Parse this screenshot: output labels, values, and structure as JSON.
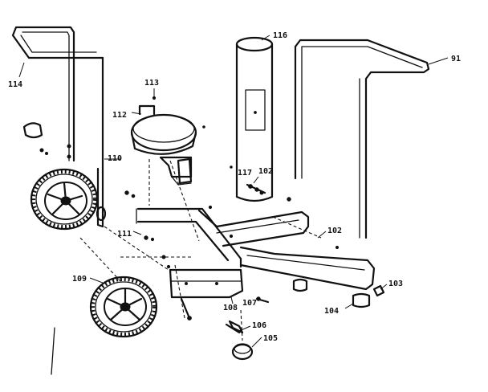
{
  "callouts": {
    "c91": "91",
    "c102a": "102",
    "c102b": "102",
    "c103": "103",
    "c104": "104",
    "c105": "105",
    "c106": "106",
    "c107": "107",
    "c108": "108",
    "c109": "109",
    "c110": "110",
    "c111": "111",
    "c112": "112",
    "c113": "113",
    "c114": "114",
    "c116": "116",
    "c117": "117"
  },
  "colors": {
    "ink": "#111111",
    "paper": "#ffffff"
  }
}
